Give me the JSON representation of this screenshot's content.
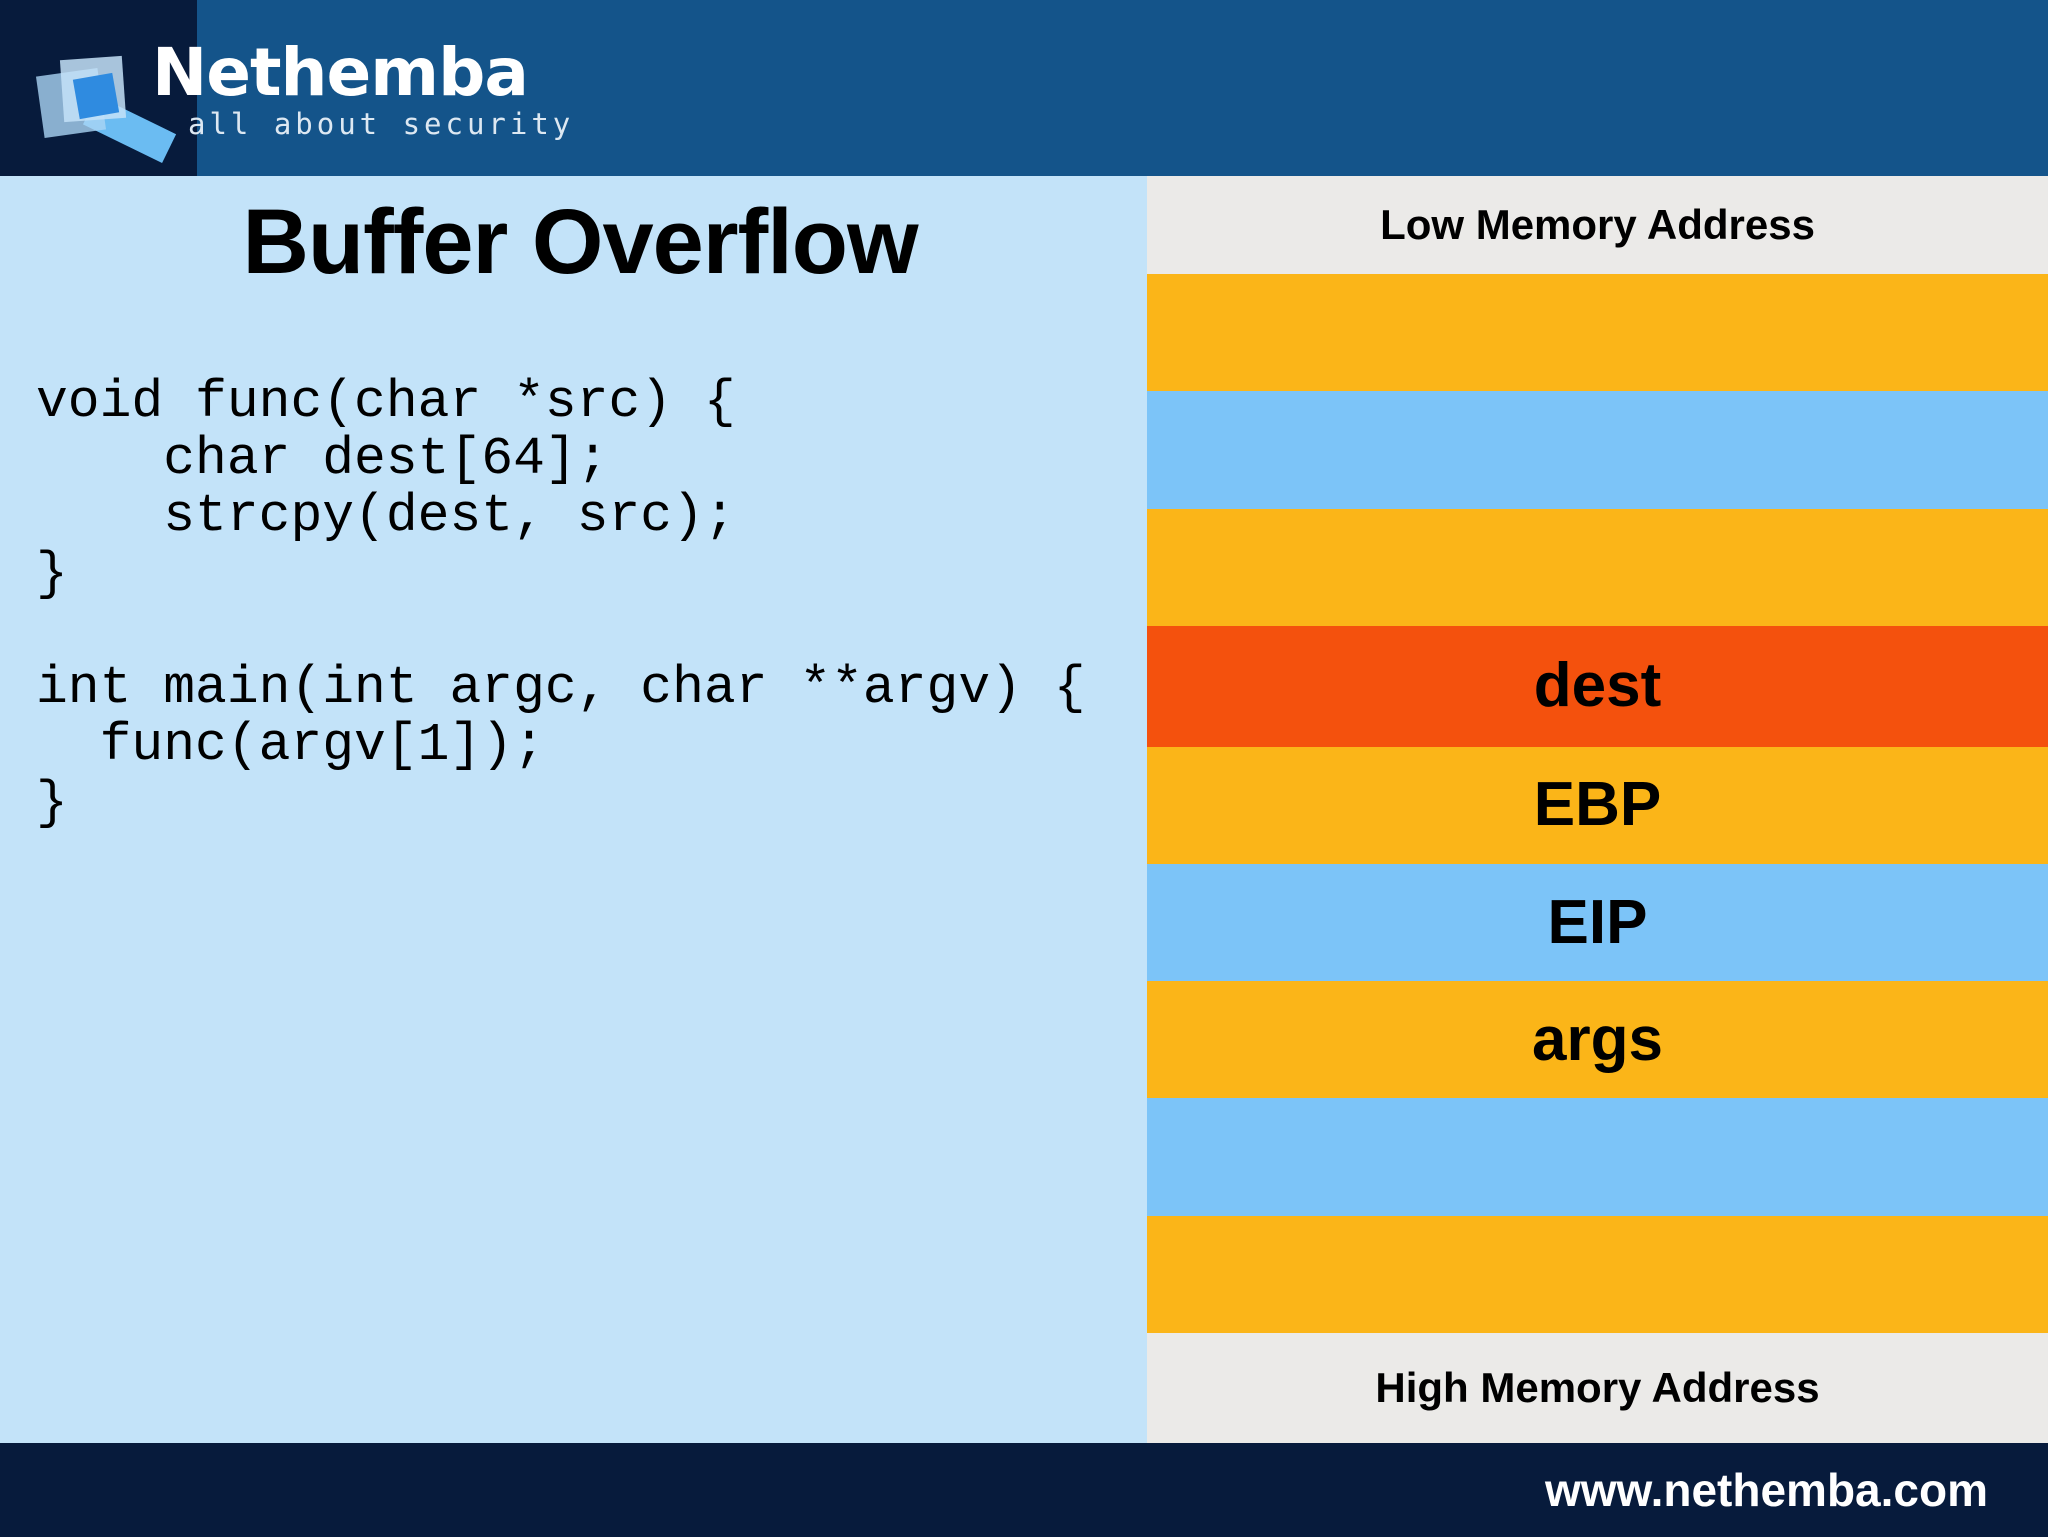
{
  "header": {
    "brand_name": "Nethemba",
    "tagline": "all about security",
    "logo_icon": "magnifier-logo-icon",
    "bg_color": "#14548A",
    "block_color": "#071B3C"
  },
  "slide": {
    "title": "Buffer Overflow",
    "bg_color": "#C3E3F9",
    "code": "void func(char *src) {\n    char dest[64];\n    strcpy(dest, src);\n}\n\nint main(int argc, char **argv) {\n  func(argv[1]);\n}"
  },
  "stack_diagram": {
    "top_label": "Low Memory Address",
    "bottom_label": "High Memory Address",
    "cap_bg": "#EBEAE8",
    "colors": {
      "amber": "#FBB518",
      "blue": "#7CC4F8",
      "highlight": "#F4510D"
    },
    "rows": [
      {
        "label": "",
        "color": "#FBB518",
        "height": 97
      },
      {
        "label": "",
        "color": "#7CC4F8",
        "height": 97
      },
      {
        "label": "",
        "color": "#FBB518",
        "height": 97
      },
      {
        "label": "dest",
        "color": "#F4510D",
        "height": 100
      },
      {
        "label": "EBP",
        "color": "#FBB518",
        "height": 97
      },
      {
        "label": "EIP",
        "color": "#7CC4F8",
        "height": 97
      },
      {
        "label": "args",
        "color": "#FBB518",
        "height": 97
      },
      {
        "label": "",
        "color": "#7CC4F8",
        "height": 97
      },
      {
        "label": "",
        "color": "#FBB518",
        "height": 97
      }
    ]
  },
  "footer": {
    "url": "www.nethemba.com",
    "bg_color": "#071B3C"
  }
}
